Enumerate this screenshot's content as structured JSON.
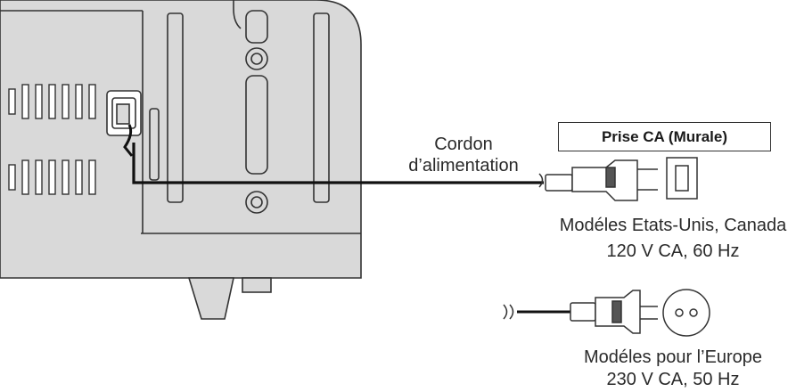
{
  "labels": {
    "cord": [
      "Cordon",
      "d’alimentation"
    ],
    "outlet": "Prise CA (Murale)",
    "us_models": "Modéles Etats-Unis, Canada",
    "us_spec": "120 V CA, 60 Hz",
    "eu_models": "Modéles pour l’Europe",
    "eu_spec": "230 V CA, 50 Hz"
  },
  "colors": {
    "device_fill": "#d9d9d9",
    "device_stroke": "#333333",
    "cord": "#111111"
  }
}
